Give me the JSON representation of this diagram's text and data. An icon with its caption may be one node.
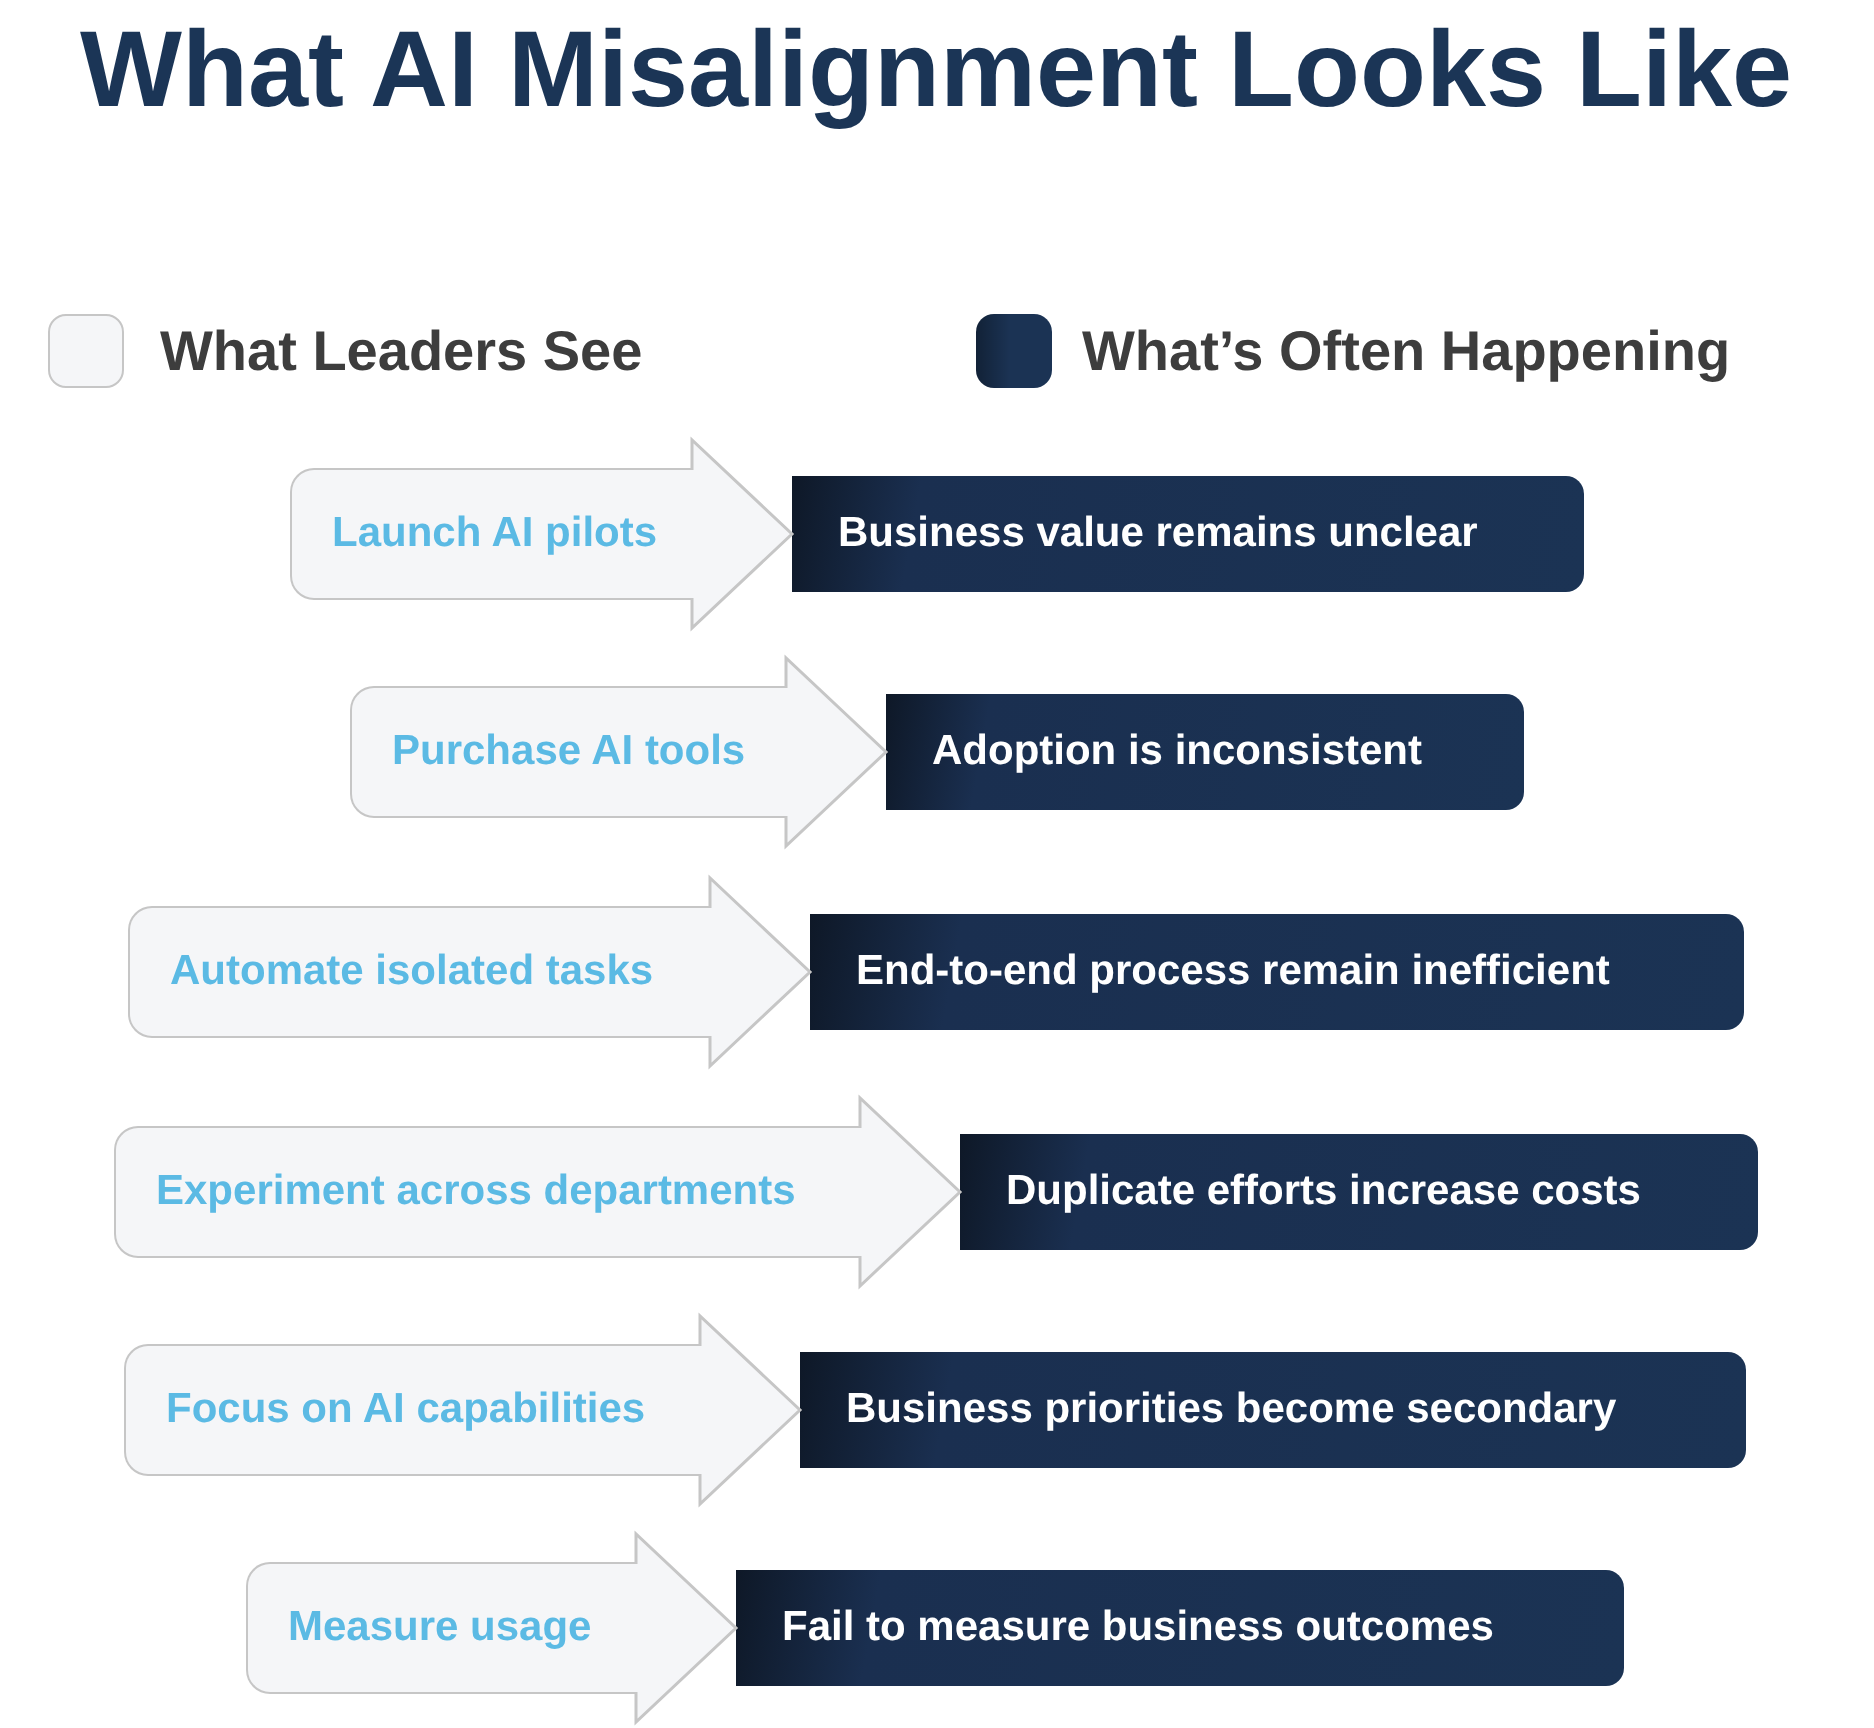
{
  "diagram": {
    "title": "What AI Misalignment Looks Like",
    "nodes": [
      {
        "text": [
          "Launch AI pilots"
        ]
      },
      {
        "text": [
          "Business value remains unclear"
        ]
      },
      {
        "text": [
          "Purchase AI tools"
        ]
      },
      {
        "text": [
          "Adoption is inconsistent"
        ]
      },
      {
        "text": [
          "Automate isolated tasks"
        ]
      },
      {
        "text": [
          "End-to-end process remain inefficient"
        ]
      },
      {
        "text": [
          "Experiment across departments"
        ]
      },
      {
        "text": [
          "Duplicate efforts increase costs"
        ]
      },
      {
        "text": [
          "Focus on AI capabilities"
        ]
      },
      {
        "text": [
          "Business priorities become secondary"
        ]
      },
      {
        "text": [
          "Measure usage"
        ]
      },
      {
        "text": [
          "Fail to measure business outcomes"
        ]
      }
    ],
    "edges": [
      {
        "from": 0,
        "to": 1,
        "arrow": "to"
      },
      {
        "from": 2,
        "to": 3,
        "arrow": "to"
      },
      {
        "from": 4,
        "to": 5,
        "arrow": "to"
      },
      {
        "from": 6,
        "to": 7,
        "arrow": "to"
      },
      {
        "from": 8,
        "to": 9,
        "arrow": "to"
      },
      {
        "from": 10,
        "to": 11,
        "arrow": "to"
      }
    ],
    "legend": [
      {
        "text": "What Leaders See",
        "color": "#f5f6f8"
      },
      {
        "text": "What’s Often Happening",
        "color": "#1b3354"
      }
    ]
  }
}
